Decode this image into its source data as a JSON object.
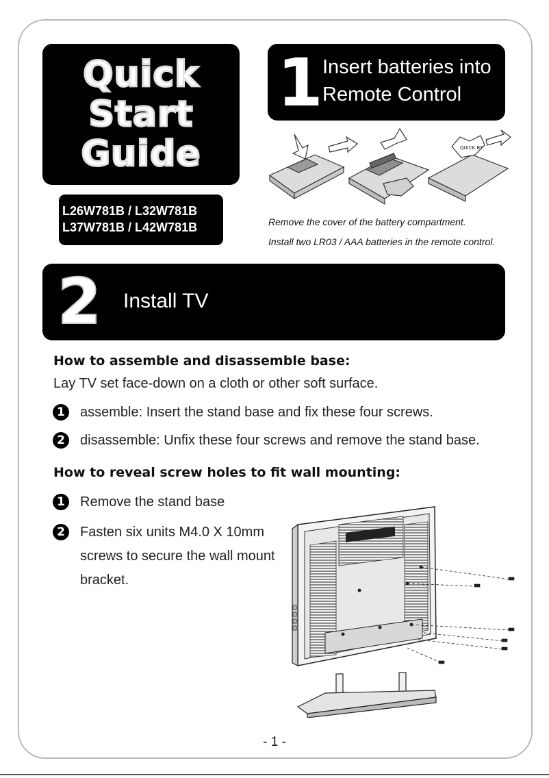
{
  "guide": {
    "line1": "Quick",
    "line2": "Start",
    "line3": "Guide"
  },
  "models": {
    "line1": "L26W781B / L32W781B",
    "line2": "L37W781B / L42W781B"
  },
  "step1": {
    "number": "1",
    "title_line1": "Insert batteries into",
    "title_line2": "Remote Control",
    "caption1": "Remove the cover of the battery compartment.",
    "caption2": "Install two LR03 / AAA batteries in the remote control.",
    "remote_badge": "QUICK BY"
  },
  "step2": {
    "number": "2",
    "title": "Install TV",
    "base_heading": "How to assemble and disassemble base:",
    "base_intro": "Lay TV set face-down on a cloth or other soft surface.",
    "base_items": [
      {
        "num": "1",
        "text": "assemble: Insert the stand base and fix these four screws."
      },
      {
        "num": "2",
        "text": "disassemble: Unfix these four screws and remove the stand base."
      }
    ],
    "wall_heading": "How to reveal screw holes to fit wall mounting:",
    "wall_items": [
      {
        "num": "1",
        "text": "Remove the stand base"
      },
      {
        "num": "2",
        "line1": "Fasten six units  M4.0 X 10mm",
        "line2": "screws to secure the wall mount",
        "line3": "bracket."
      }
    ]
  },
  "page_number": "- 1 -"
}
